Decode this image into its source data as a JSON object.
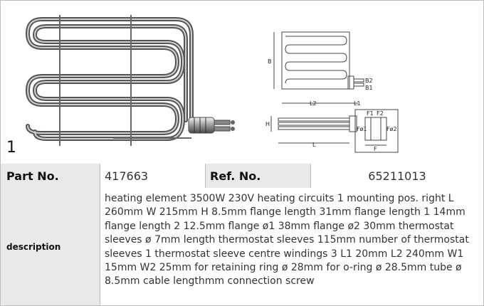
{
  "figure": {
    "number": "1",
    "drawing_labels": {
      "B": "B",
      "L2": "L2",
      "L1": "L1",
      "B2": "B2",
      "B1": "B1",
      "H": "H",
      "L": "L",
      "F1": "F1",
      "F2": "F2",
      "Fo1": "Fø1",
      "Fo2": "Fø2",
      "F": "F"
    }
  },
  "table": {
    "part_no_label": "Part No.",
    "part_no_value": "417663",
    "ref_no_label": "Ref. No.",
    "ref_no_value": "65211013",
    "description_label": "description",
    "description_text": "heating element  3500W 230V heating circuits 1 mounting pos. right L 260mm W 215mm H 8.5mm flange length 31mm flange length 1 14mm flange length 2 12.5mm flange ø1 38mm flange ø2 30mm thermostat sleeves ø 7mm length thermostat sleeves 115mm number of thermostat sleeves 1 thermostat sleeve centre windings 3 L1 20mm L2 240mm W1 15mm W2 25mm for retaining ring ø 28mm for o-ring ø 28.5mm tube ø 8.5mm cable lengthmm connection screw"
  }
}
